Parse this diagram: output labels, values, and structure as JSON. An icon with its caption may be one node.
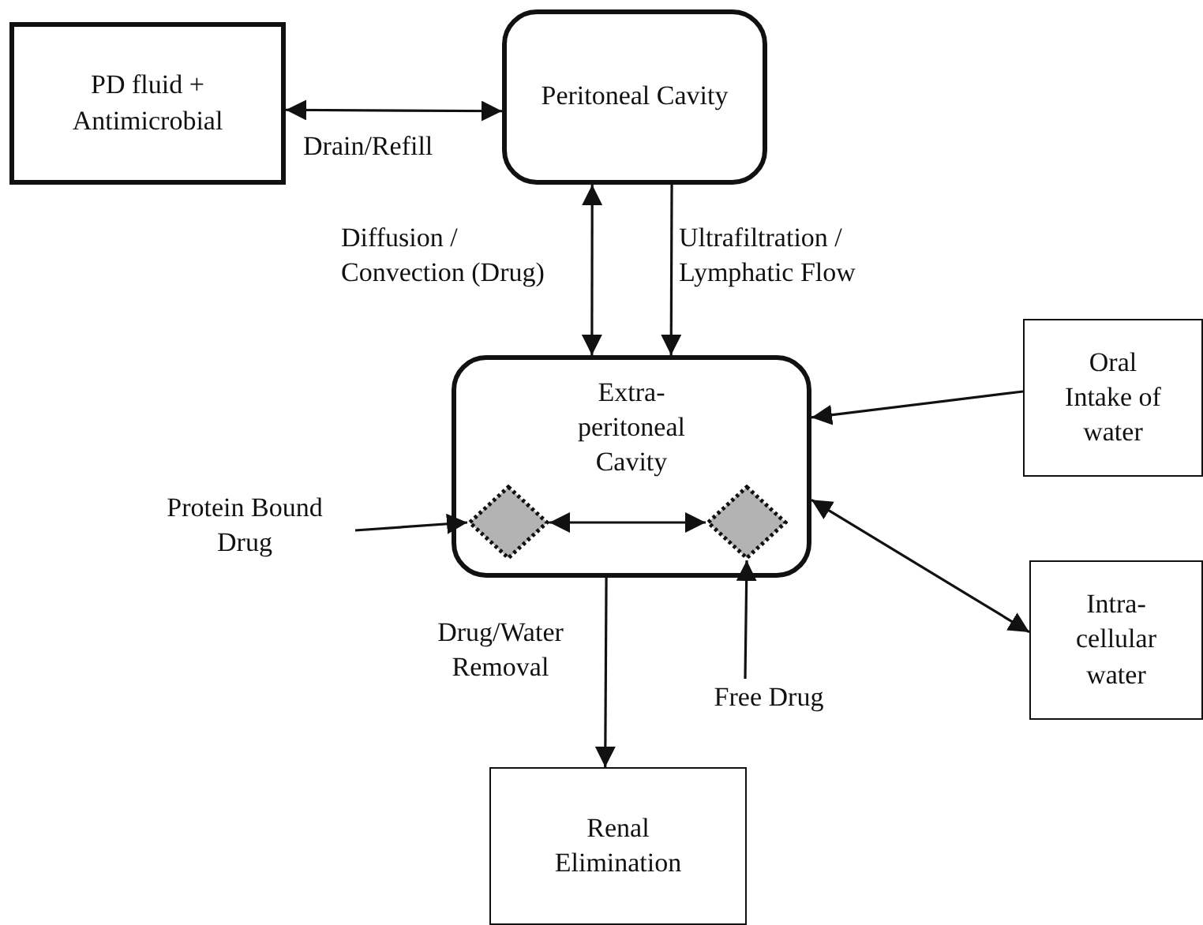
{
  "diagram": {
    "nodes": [
      {
        "text": [
          "PD fluid + Antimicrobial"
        ]
      },
      {
        "text": [
          "Peritoneal Cavity"
        ]
      },
      {
        "text": [
          "Extra- peritoneal Cavity"
        ]
      },
      {
        "text": [],
        "shape": "diamond",
        "in": 2
      },
      {
        "text": [],
        "shape": "diamond",
        "in": 2
      },
      {
        "text": [
          "Oral Intake of water"
        ]
      },
      {
        "text": [
          "Protein Bound Drug"
        ]
      },
      {
        "text": [
          "Intra- cellular water"
        ]
      },
      {
        "text": [
          "Free Drug"
        ]
      },
      {
        "text": [
          "Renal Elimination"
        ]
      }
    ],
    "edges": [
      {
        "from": 0,
        "to": 1,
        "arrow": "both",
        "label": "Drain/Refill"
      },
      {
        "from": 1,
        "to": 2,
        "arrow": "both",
        "label": "Diffusion / Convection (Drug)"
      },
      {
        "from": 1,
        "to": 2,
        "arrow": "to",
        "label": "Ultrafiltration / Lymphatic Flow"
      },
      {
        "from": 5,
        "to": 2,
        "arrow": "to"
      },
      {
        "from": 6,
        "to": 3,
        "arrow": "to"
      },
      {
        "from": 3,
        "to": 4,
        "arrow": "both"
      },
      {
        "from": 2,
        "to": 7,
        "arrow": "both"
      },
      {
        "from": 8,
        "to": 4,
        "arrow": "to"
      },
      {
        "from": 2,
        "to": 9,
        "arrow": "to",
        "label": "Drug/Water Removal"
      }
    ]
  }
}
